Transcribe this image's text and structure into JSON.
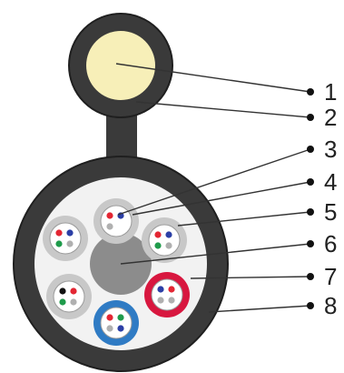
{
  "colors": {
    "jacket": "#3a3a3a",
    "jacket_edge": "#1f1f1f",
    "messenger_wire": "#f7efb8",
    "filler_white": "#f2f2f2",
    "central_strength_member": "#8c8c8c",
    "tube_default": "#c8c8c8",
    "tube_red": "#d8173f",
    "tube_blue": "#2f7bc4",
    "leader_line": "#333333",
    "label_text": "#222222"
  },
  "fiber_colors": [
    "#e32633",
    "#2c3fa6",
    "#1f9b4b",
    "#111111",
    "#b0b0b0"
  ],
  "callouts": [
    {
      "label": "1"
    },
    {
      "label": "2"
    },
    {
      "label": "3"
    },
    {
      "label": "4"
    },
    {
      "label": "5"
    },
    {
      "label": "6"
    },
    {
      "label": "7"
    },
    {
      "label": "8"
    }
  ],
  "loose_tubes": [
    {
      "ring": "tube_default",
      "fibers": [
        0,
        1,
        4
      ]
    },
    {
      "ring": "tube_default",
      "fibers": [
        0,
        1,
        2,
        4
      ]
    },
    {
      "ring": "tube_default",
      "fibers": [
        0,
        1,
        2,
        4
      ]
    },
    {
      "ring": "tube_red",
      "fibers": [
        1,
        0,
        4,
        4
      ]
    },
    {
      "ring": "tube_blue",
      "fibers": [
        0,
        2,
        4,
        1
      ]
    },
    {
      "ring": "tube_default",
      "fibers": [
        3,
        0,
        2,
        4
      ]
    },
    {
      "ring": "tube_default",
      "fibers": [
        0,
        1,
        2,
        4
      ]
    }
  ]
}
